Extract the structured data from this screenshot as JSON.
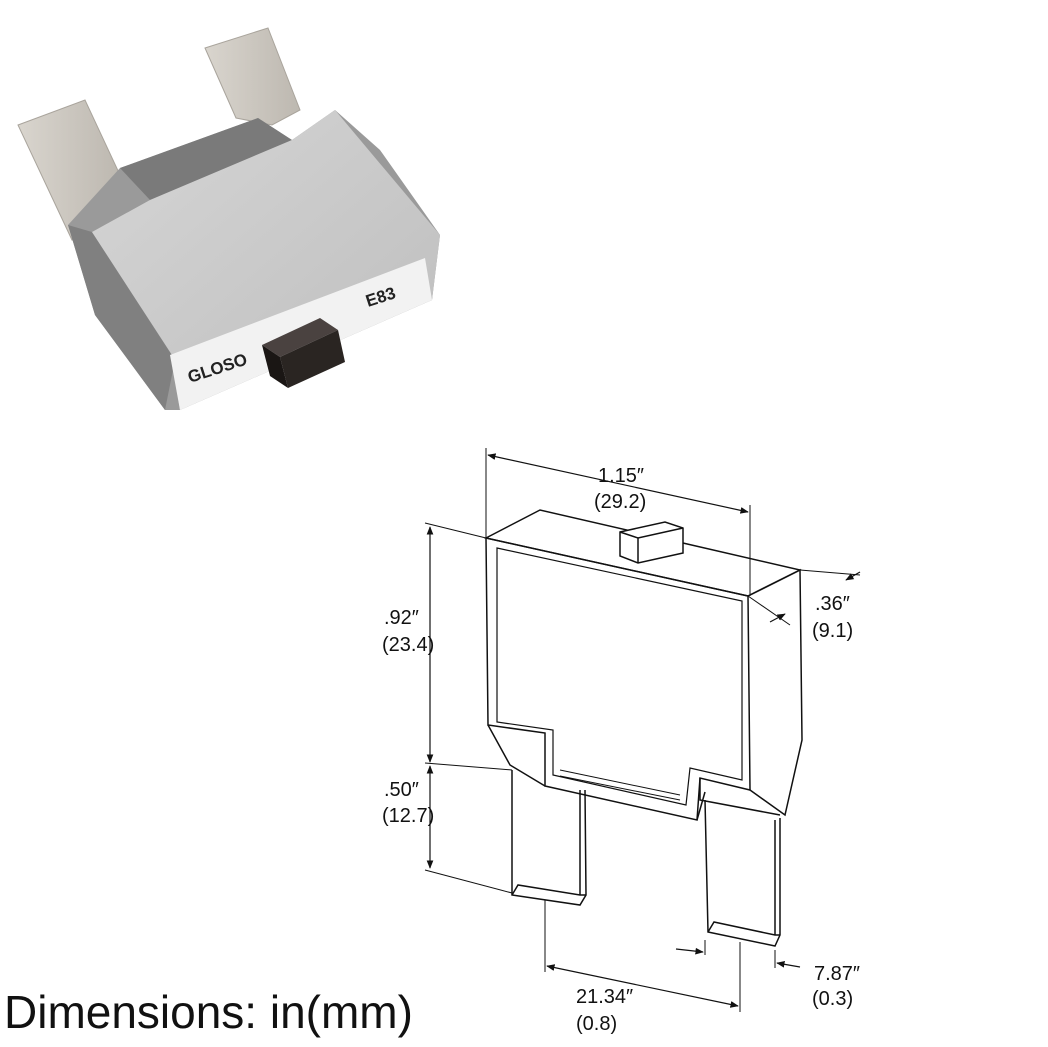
{
  "photo": {
    "label_brand": "GLOSO",
    "label_code": "E83",
    "body_color": "#c9c9c9",
    "frame_color": "#8e8e8e",
    "terminal_color": "#cfcbc4",
    "button_color": "#2a2522"
  },
  "drawing": {
    "width": {
      "inch": "1.15″",
      "mm": "(29.2)"
    },
    "depth": {
      "inch": ".36″",
      "mm": "(9.1)"
    },
    "body_height": {
      "inch": ".92″",
      "mm": "(23.4)"
    },
    "terminal_length": {
      "inch": ".50″",
      "mm": "(12.7)"
    },
    "terminal_spacing": {
      "inch": "21.34″",
      "mm": "(0.8)"
    },
    "terminal_thickness": {
      "inch": "7.87″",
      "mm": "(0.3)"
    }
  },
  "caption": "Dimensions: in(mm)"
}
